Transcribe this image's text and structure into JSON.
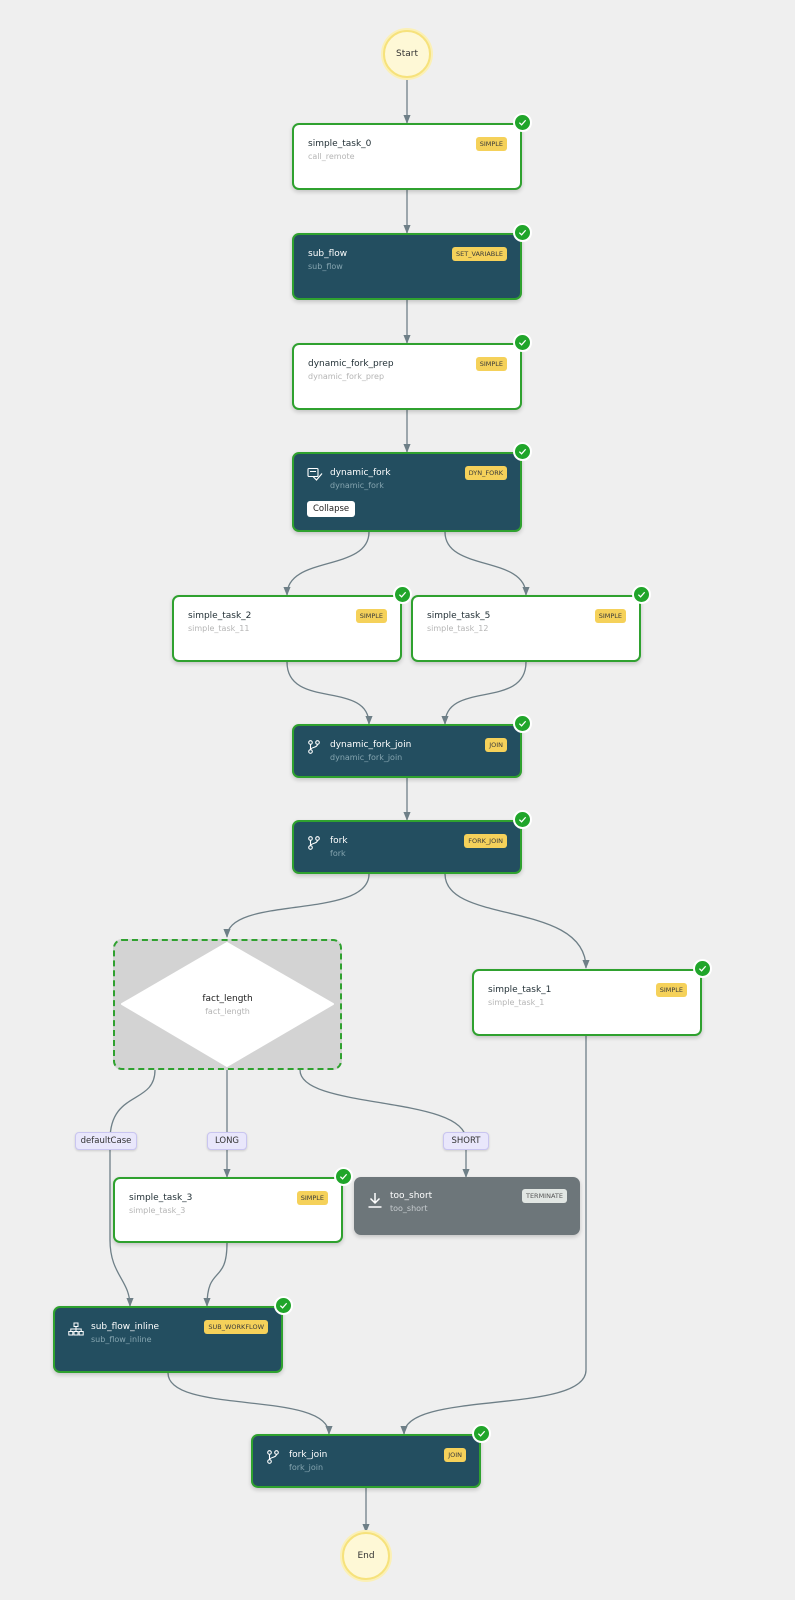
{
  "start_label": "Start",
  "end_label": "End",
  "collapse_label": "Collapse",
  "nodes": {
    "simple_task_0": {
      "title": "simple_task_0",
      "ref": "call_remote",
      "type": "SIMPLE"
    },
    "sub_flow": {
      "title": "sub_flow",
      "ref": "sub_flow",
      "type": "SET_VARIABLE"
    },
    "dynamic_fork_prep": {
      "title": "dynamic_fork_prep",
      "ref": "dynamic_fork_prep",
      "type": "SIMPLE"
    },
    "dynamic_fork": {
      "title": "dynamic_fork",
      "ref": "dynamic_fork",
      "type": "DYN_FORK"
    },
    "simple_task_2": {
      "title": "simple_task_2",
      "ref": "simple_task_11",
      "type": "SIMPLE"
    },
    "simple_task_5": {
      "title": "simple_task_5",
      "ref": "simple_task_12",
      "type": "SIMPLE"
    },
    "dynamic_fork_join": {
      "title": "dynamic_fork_join",
      "ref": "dynamic_fork_join",
      "type": "JOIN"
    },
    "fork": {
      "title": "fork",
      "ref": "fork",
      "type": "FORK_JOIN"
    },
    "fact_length": {
      "title": "fact_length",
      "ref": "fact_length"
    },
    "simple_task_1": {
      "title": "simple_task_1",
      "ref": "simple_task_1",
      "type": "SIMPLE"
    },
    "simple_task_3": {
      "title": "simple_task_3",
      "ref": "simple_task_3",
      "type": "SIMPLE"
    },
    "too_short": {
      "title": "too_short",
      "ref": "too_short",
      "type": "TERMINATE"
    },
    "sub_flow_inline": {
      "title": "sub_flow_inline",
      "ref": "sub_flow_inline",
      "type": "SUB_WORKFLOW"
    },
    "fork_join": {
      "title": "fork_join",
      "ref": "fork_join",
      "type": "JOIN"
    }
  },
  "edge_labels": {
    "default_case": "defaultCase",
    "long": "LONG",
    "short": "SHORT"
  },
  "colors": {
    "success_border": "#2fa12f",
    "check": "#20a52a",
    "dark_node": "#234e60",
    "terminate_node": "#6d767a",
    "badge": "#f5d15a",
    "edge": "#6e7f87",
    "background": "#efefef"
  },
  "icons": {
    "status": "check-icon",
    "dynamic_fork": "dynamic-fork-icon",
    "join": "fork-join-icon",
    "terminate": "download-terminate-icon",
    "sub_workflow": "sitemap-icon"
  }
}
